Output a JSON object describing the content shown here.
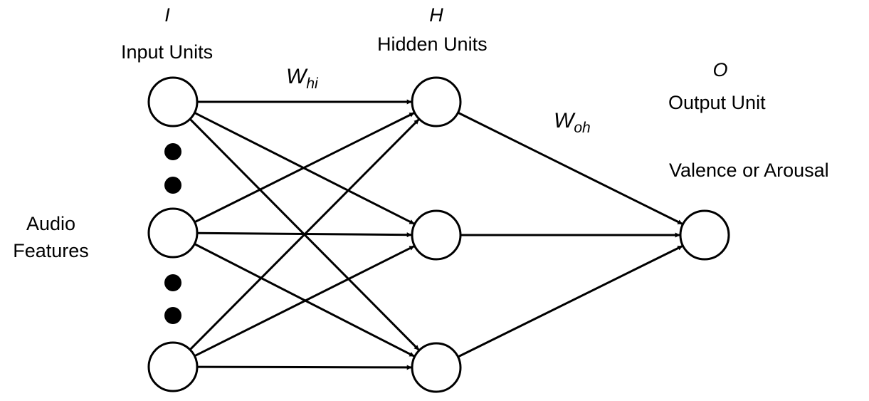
{
  "layers": {
    "input": {
      "symbol": "I",
      "label": "Input Units"
    },
    "hidden": {
      "symbol": "H",
      "label": "Hidden Units"
    },
    "output": {
      "symbol": "O",
      "label": "Output Unit"
    }
  },
  "input_group_label": {
    "line1": "Audio",
    "line2": "Features"
  },
  "output_caption": "Valence or Arousal",
  "weights": {
    "input_hidden": {
      "base": "W",
      "sub": "hi"
    },
    "hidden_output": {
      "base": "W",
      "sub": "oh"
    }
  },
  "colors": {
    "stroke": "#000000",
    "node_fill": "#ffffff",
    "dots": "#000000"
  }
}
